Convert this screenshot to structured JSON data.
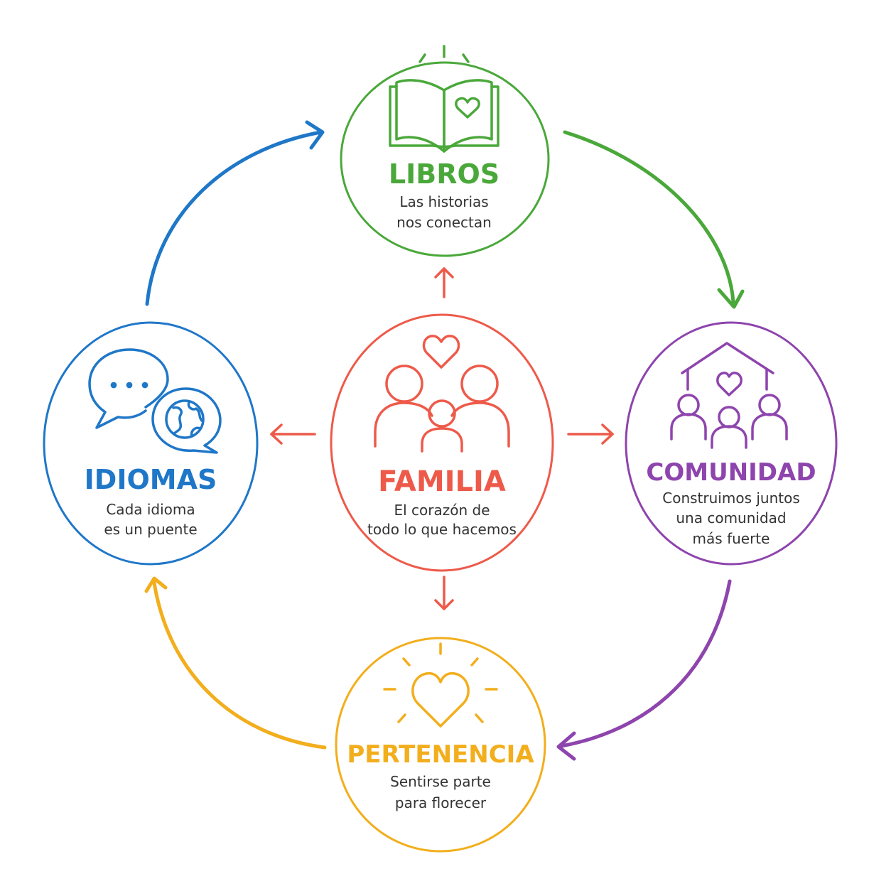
{
  "nodes": {
    "libros": {
      "title": "LIBROS",
      "line1": "Las historias",
      "line2": "nos conectan",
      "color": "#4aa83a",
      "icon": "open-book-heart-icon"
    },
    "comunidad": {
      "title": "COMUNIDAD",
      "line1": "Construimos juntos",
      "line2": "una comunidad",
      "line3": "más fuerte",
      "color": "#8e44ad",
      "icon": "house-community-icon"
    },
    "familia": {
      "title": "FAMILIA",
      "line1": "El corazón de",
      "line2": "todo lo que hacemos",
      "color": "#ee5a4a",
      "icon": "family-heart-icon"
    },
    "idiomas": {
      "title": "IDIOMAS",
      "line1": "Cada idioma",
      "line2": "es un puente",
      "color": "#1f77c8",
      "icon": "speech-bubbles-globe-icon"
    },
    "pertenencia": {
      "title": "PERTENENCIA",
      "line1": "Sentirse parte",
      "line2": "para florecer",
      "color": "#f2ae1c",
      "icon": "radiant-heart-icon"
    }
  }
}
